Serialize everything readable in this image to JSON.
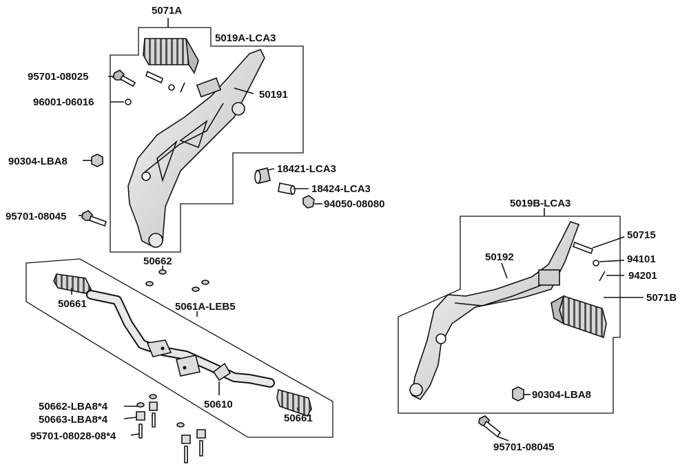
{
  "labels": {
    "l_5071A": "5071A",
    "l_5019A": "5019A-LCA3",
    "l_95701_08025": "95701-08025",
    "l_96001_06016": "96001-06016",
    "l_50191": "50191",
    "l_90304_top": "90304-LBA8",
    "l_18421": "18421-LCA3",
    "l_18424": "18424-LCA3",
    "l_94050": "94050-08080",
    "l_95701_08045_left": "95701-08045",
    "l_50662": "50662",
    "l_50661_left": "50661",
    "l_5061A": "5061A-LEB5",
    "l_50610": "50610",
    "l_50661_right": "50661",
    "l_50662_lba8": "50662-LBA8*4",
    "l_50663_lba8": "50663-LBA8*4",
    "l_95701_08028": "95701-08028-08*4",
    "l_5019B": "5019B-LCA3",
    "l_50715": "50715",
    "l_50192": "50192",
    "l_94101": "94101",
    "l_94201": "94201",
    "l_5071B": "5071B",
    "l_90304_right": "90304-LBA8",
    "l_95701_08045_right": "95701-08045"
  }
}
